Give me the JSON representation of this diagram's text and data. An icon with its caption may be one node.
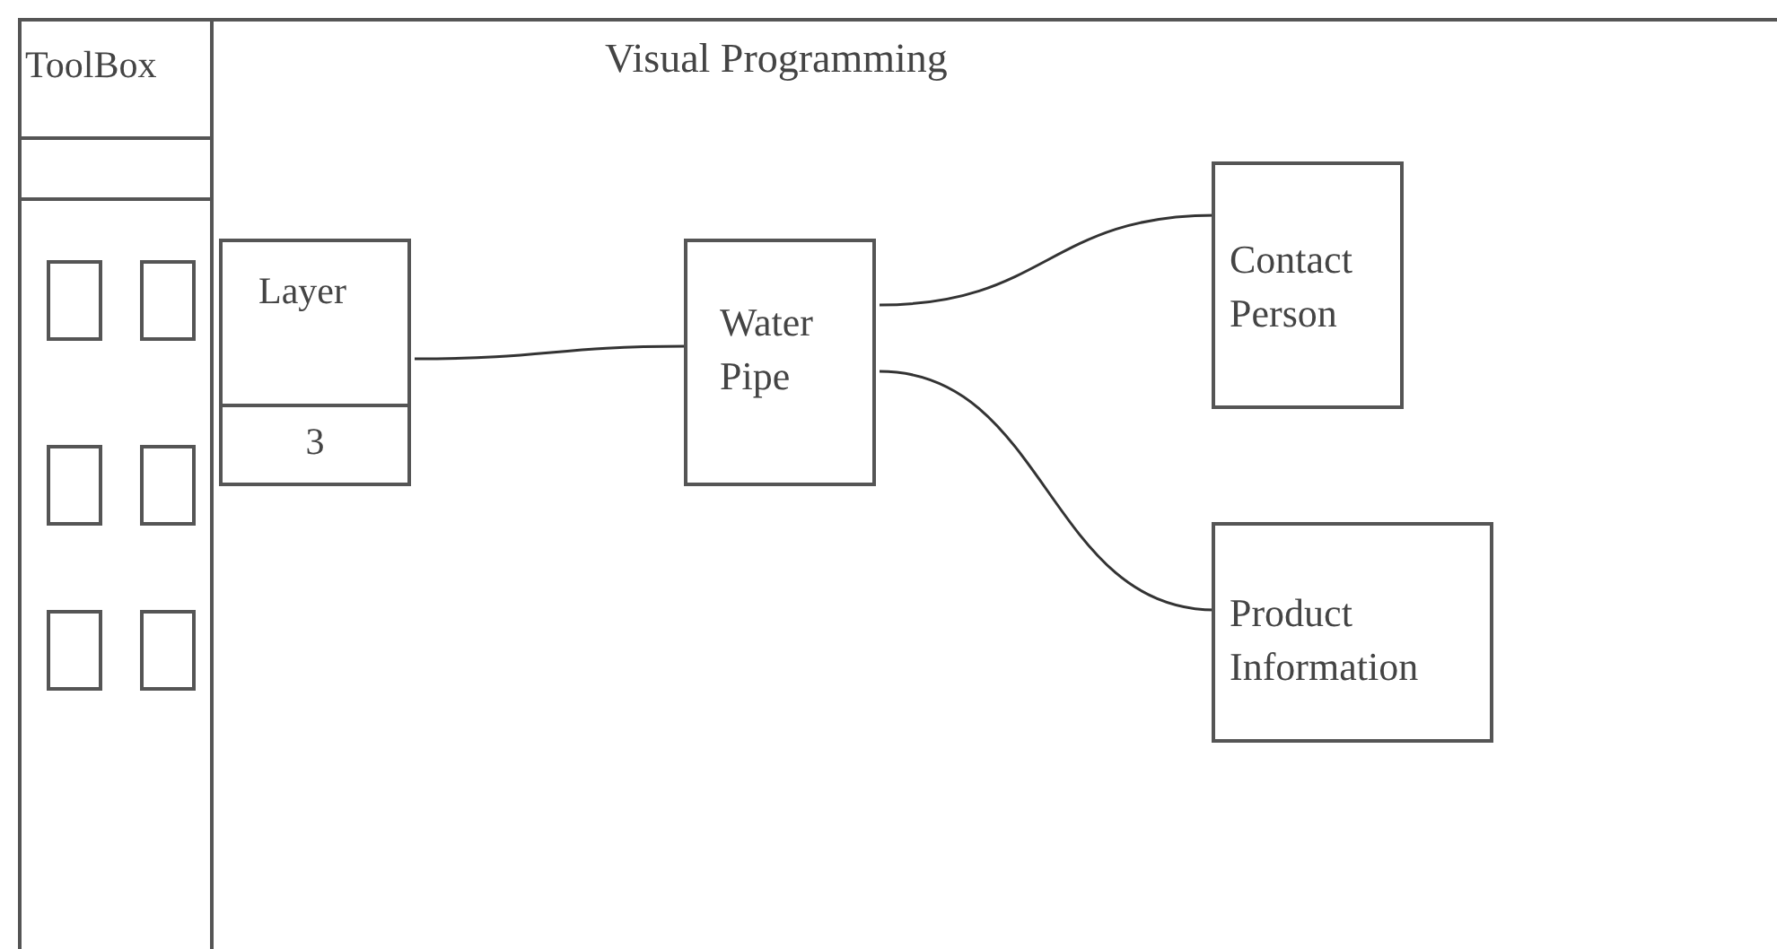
{
  "diagram": {
    "nodes": [
      {
        "text": [
          "ToolBox"
        ]
      },
      {
        "text": [],
        "shape": "bar",
        "in": 0
      },
      {
        "text": [],
        "shape": "box",
        "in": 0
      },
      {
        "text": [],
        "shape": "box",
        "in": 0
      },
      {
        "text": [],
        "shape": "box",
        "in": 0
      },
      {
        "text": [],
        "shape": "box",
        "in": 0
      },
      {
        "text": [],
        "shape": "box",
        "in": 0
      },
      {
        "text": [],
        "shape": "box",
        "in": 0
      },
      {
        "text": [
          "Visual Programming"
        ]
      },
      {
        "text": [
          "Layer",
          "3"
        ],
        "in": 8
      },
      {
        "text": [
          "Water Pipe"
        ],
        "in": 8
      },
      {
        "text": [
          "Contact Person"
        ],
        "in": 8
      },
      {
        "text": [
          "Product Information"
        ],
        "in": 8
      }
    ],
    "edges": [
      {
        "from": 9,
        "to": 10,
        "arrow": "none"
      },
      {
        "from": 10,
        "to": 11,
        "arrow": "none"
      },
      {
        "from": 10,
        "to": 12,
        "arrow": "none"
      }
    ]
  }
}
